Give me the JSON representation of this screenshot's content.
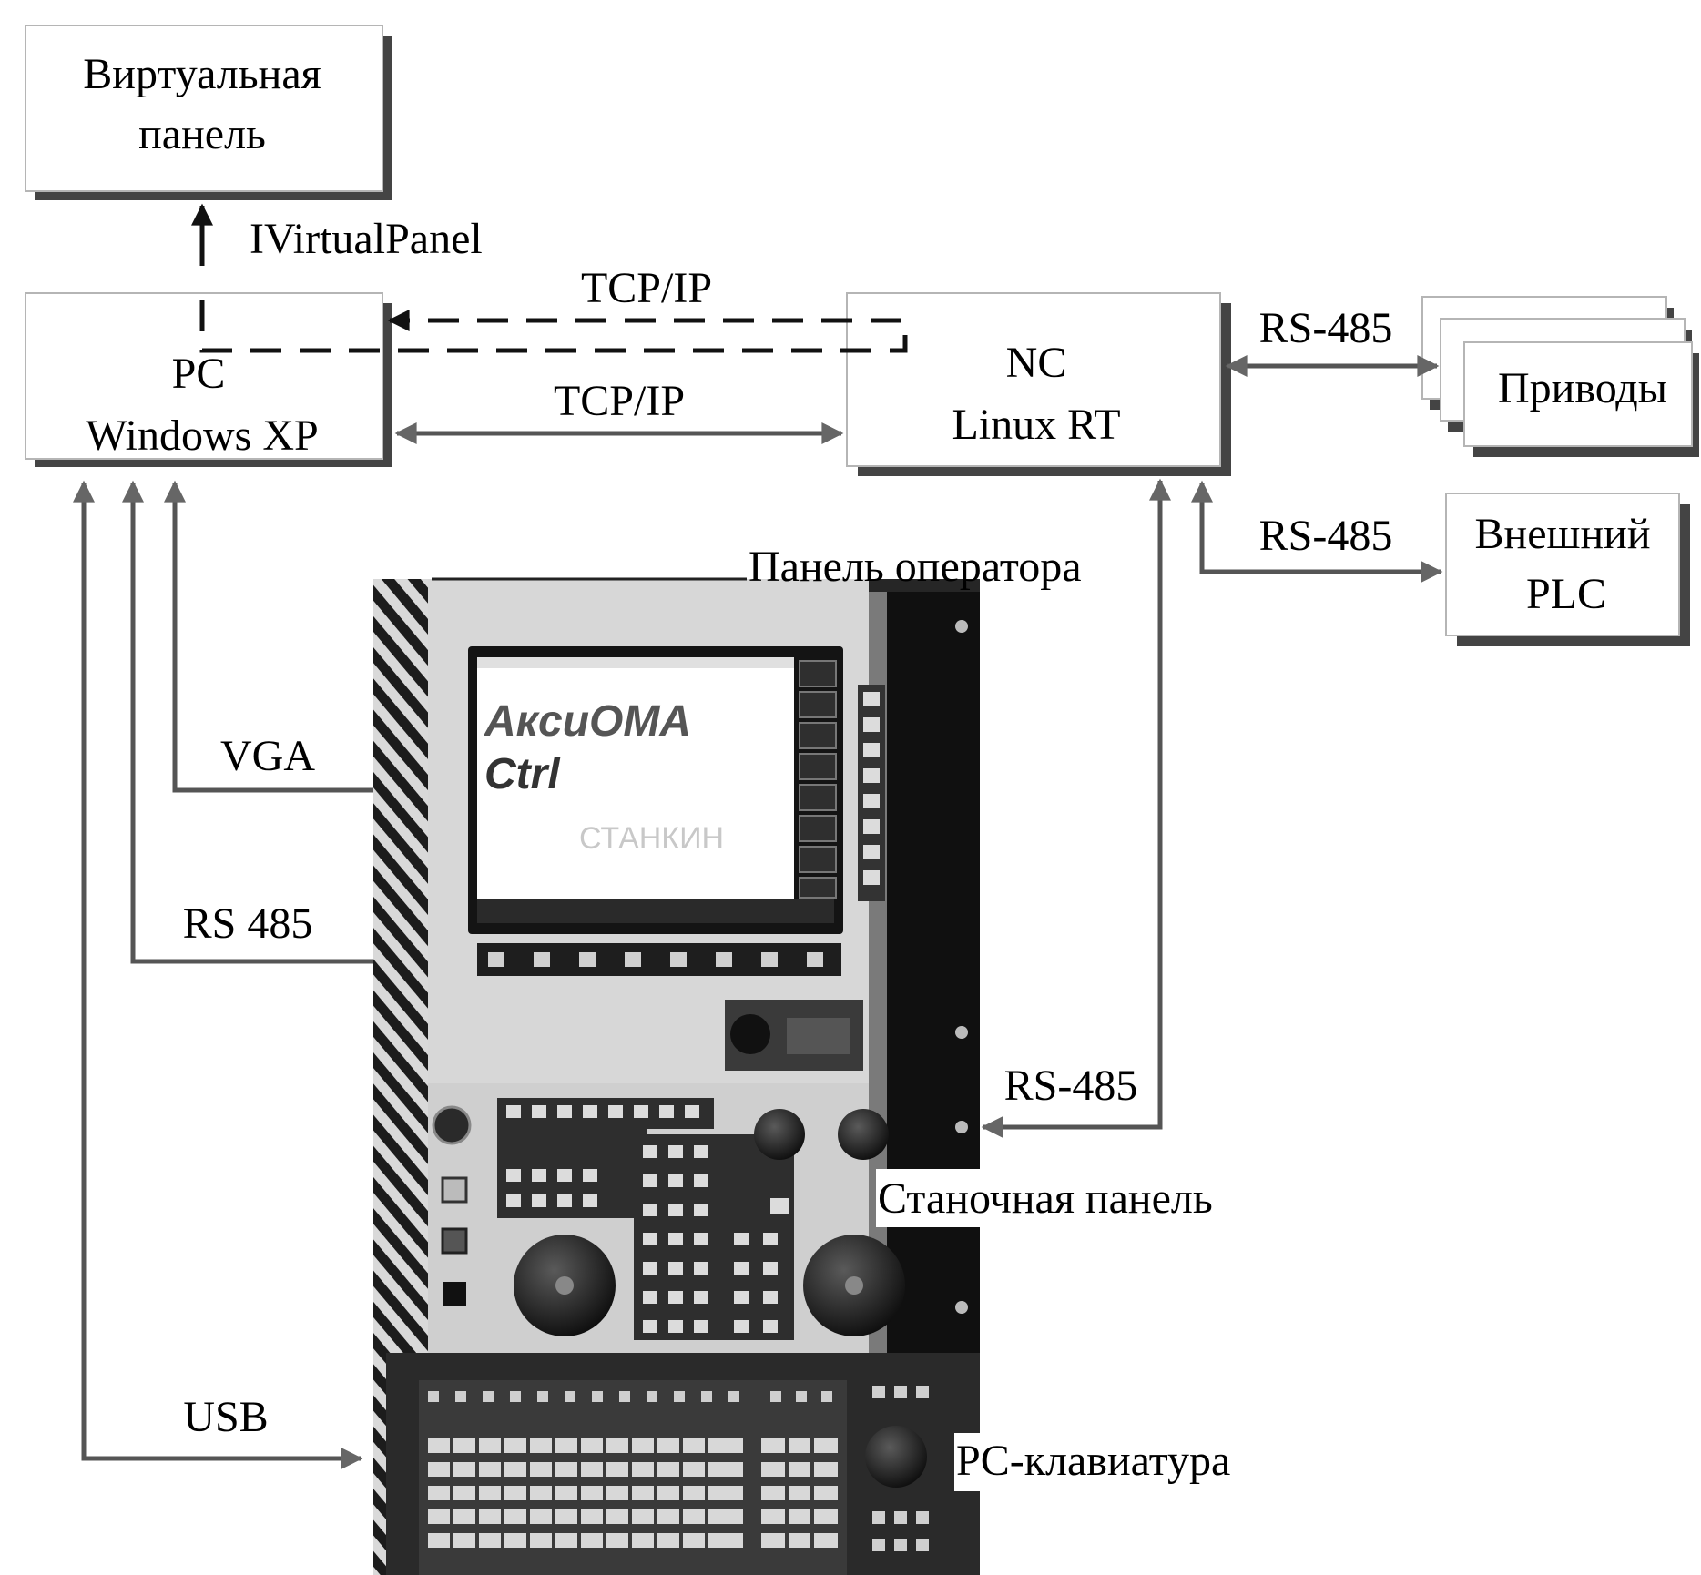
{
  "boxes": {
    "virtual_panel": [
      "Виртуальная",
      "панель"
    ],
    "pc": [
      "PC",
      "Windows XP"
    ],
    "nc": [
      "NC",
      "Linux RT"
    ],
    "drives": "Приводы",
    "plc": [
      "Внешний",
      "PLC"
    ]
  },
  "labels": {
    "ivirtualpanel": "IVirtualPanel",
    "tcpip_dashed": "TCP/IP",
    "tcpip_solid": "TCP/IP",
    "rs485_drives": "RS-485",
    "rs485_plc": "RS-485",
    "vga": "VGA",
    "rs485_panel": "RS 485",
    "rs485_machine": "RS-485",
    "usb": "USB",
    "operator_panel": "Панель оператора",
    "machine_panel": "Станочная панель",
    "pc_keyboard": "PC-клавиатура"
  },
  "screen": {
    "logo_line1": "АксиОМА",
    "logo_line2": "Ctrl",
    "watermark": "СТАНКИН"
  }
}
